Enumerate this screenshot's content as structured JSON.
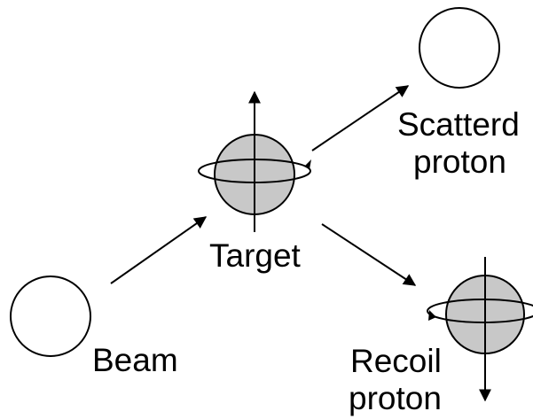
{
  "colors": {
    "stroke": "#000000",
    "sphere_fill": "#c8c8c8",
    "background": "#ffffff"
  },
  "labels": {
    "beam": "Beam",
    "target": "Target",
    "scattered_line1": "Scatterd",
    "scattered_line2": "proton",
    "recoil_line1": "Recoil",
    "recoil_line2": "proton"
  }
}
